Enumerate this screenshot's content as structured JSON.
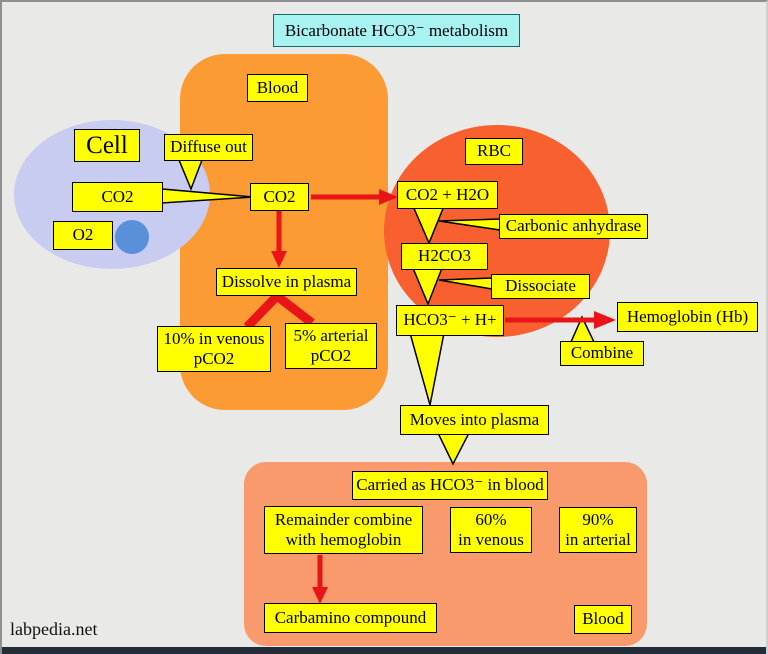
{
  "colors": {
    "background": "#e9e9e7",
    "cell_fill": "#c9ccf1",
    "blood_fill": "#fc9a33",
    "rbc_fill": "#f8602f",
    "plasma_fill": "#f99a6c",
    "box_fill": "#ffff00",
    "title_fill": "#a8f2f2",
    "arrow_red": "#e81417",
    "dot_blue": "#5a8fd9"
  },
  "title": "Bicarbonate HCO3⁻ metabolism",
  "watermark": "labpedia.net",
  "cell": {
    "label": "Cell",
    "co2": "CO2",
    "o2": "O2",
    "diffuse_out": "Diffuse out"
  },
  "blood": {
    "label": "Blood",
    "co2": "CO2",
    "dissolve": "Dissolve in plasma",
    "venous_line1": "10% in venous",
    "venous_line2": "pCO2",
    "arterial_line1": "5% arterial",
    "arterial_line2": "pCO2"
  },
  "rbc": {
    "label": "RBC",
    "co2_h2o": "CO2 + H2O",
    "carbonic_anhydrase": "Carbonic anhydrase",
    "h2co3": "H2CO3",
    "dissociate": "Dissociate",
    "hco3_h": "HCO3⁻ + H+",
    "hemoglobin": "Hemoglobin (Hb)",
    "combine": "Combine",
    "moves_into_plasma": "Moves into plasma"
  },
  "plasma": {
    "carried": "Carried as HCO3⁻ in blood",
    "remainder_line1": "Remainder combine",
    "remainder_line2": "with hemoglobin",
    "venous_line1": "60%",
    "venous_line2": "in venous",
    "arterial_line1": "90%",
    "arterial_line2": "in arterial",
    "carbamino": "Carbamino compound",
    "blood_label": "Blood"
  }
}
